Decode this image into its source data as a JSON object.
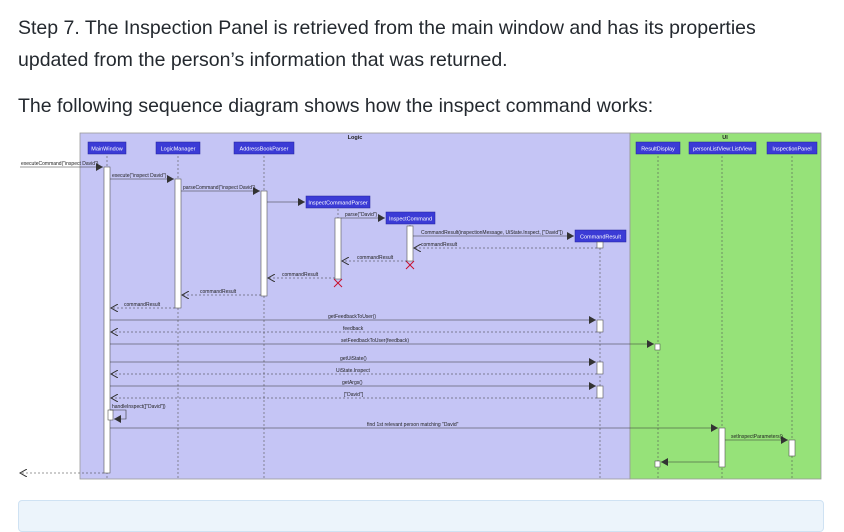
{
  "paragraphs": {
    "step7": "Step 7. The Inspection Panel is retrieved from the main window and has its properties updated from the person’s information that was returned.",
    "intro": "The following sequence diagram shows how the inspect command works:"
  },
  "diagram": {
    "logic_group": "Logic",
    "ui_group": "UI",
    "participants": {
      "main_window": "MainWindow",
      "logic_manager": "LogicManager",
      "address_book_parser": "AddressBookParser",
      "inspect_command_parser": "InspectCommandParser",
      "inspect_command": "InspectCommand",
      "command_result": "CommandResult",
      "result_display": "ResultDisplay",
      "person_list_view": "personListView:ListView",
      "inspection_panel": "InspectionPanel"
    },
    "messages": {
      "m1": "executeCommand(\"inspect David\")",
      "m2": "execute(\"inspect David\")",
      "m3": "parseCommand(\"inspect David\")",
      "m4": "parse(\"David\")",
      "m5": "CommandResult(inspectionMessage, UiState.Inspect, [\"David\"])",
      "m6": "commandResult",
      "m7": "commandResult",
      "m8": "commandResult",
      "m9": "commandResult",
      "m10": "getFeedbackToUser()",
      "m11": "feedback",
      "m12": "setFeedbackToUser(feedback)",
      "m13": "getUiState()",
      "m14": "UiState.Inspect",
      "m15": "getArgs()",
      "m16": "[\"David\"]",
      "m17": "handleInspect([\"David\"])",
      "m18": "find 1st relevant person matching \"David\"",
      "m19": "setInspectParameters()"
    },
    "colors": {
      "logic_bg": "#c5c5f5",
      "ui_bg": "#96e279",
      "participant_fill": "#3b3bd6",
      "lifeline": "#555555",
      "destroy": "#c8102e"
    }
  }
}
